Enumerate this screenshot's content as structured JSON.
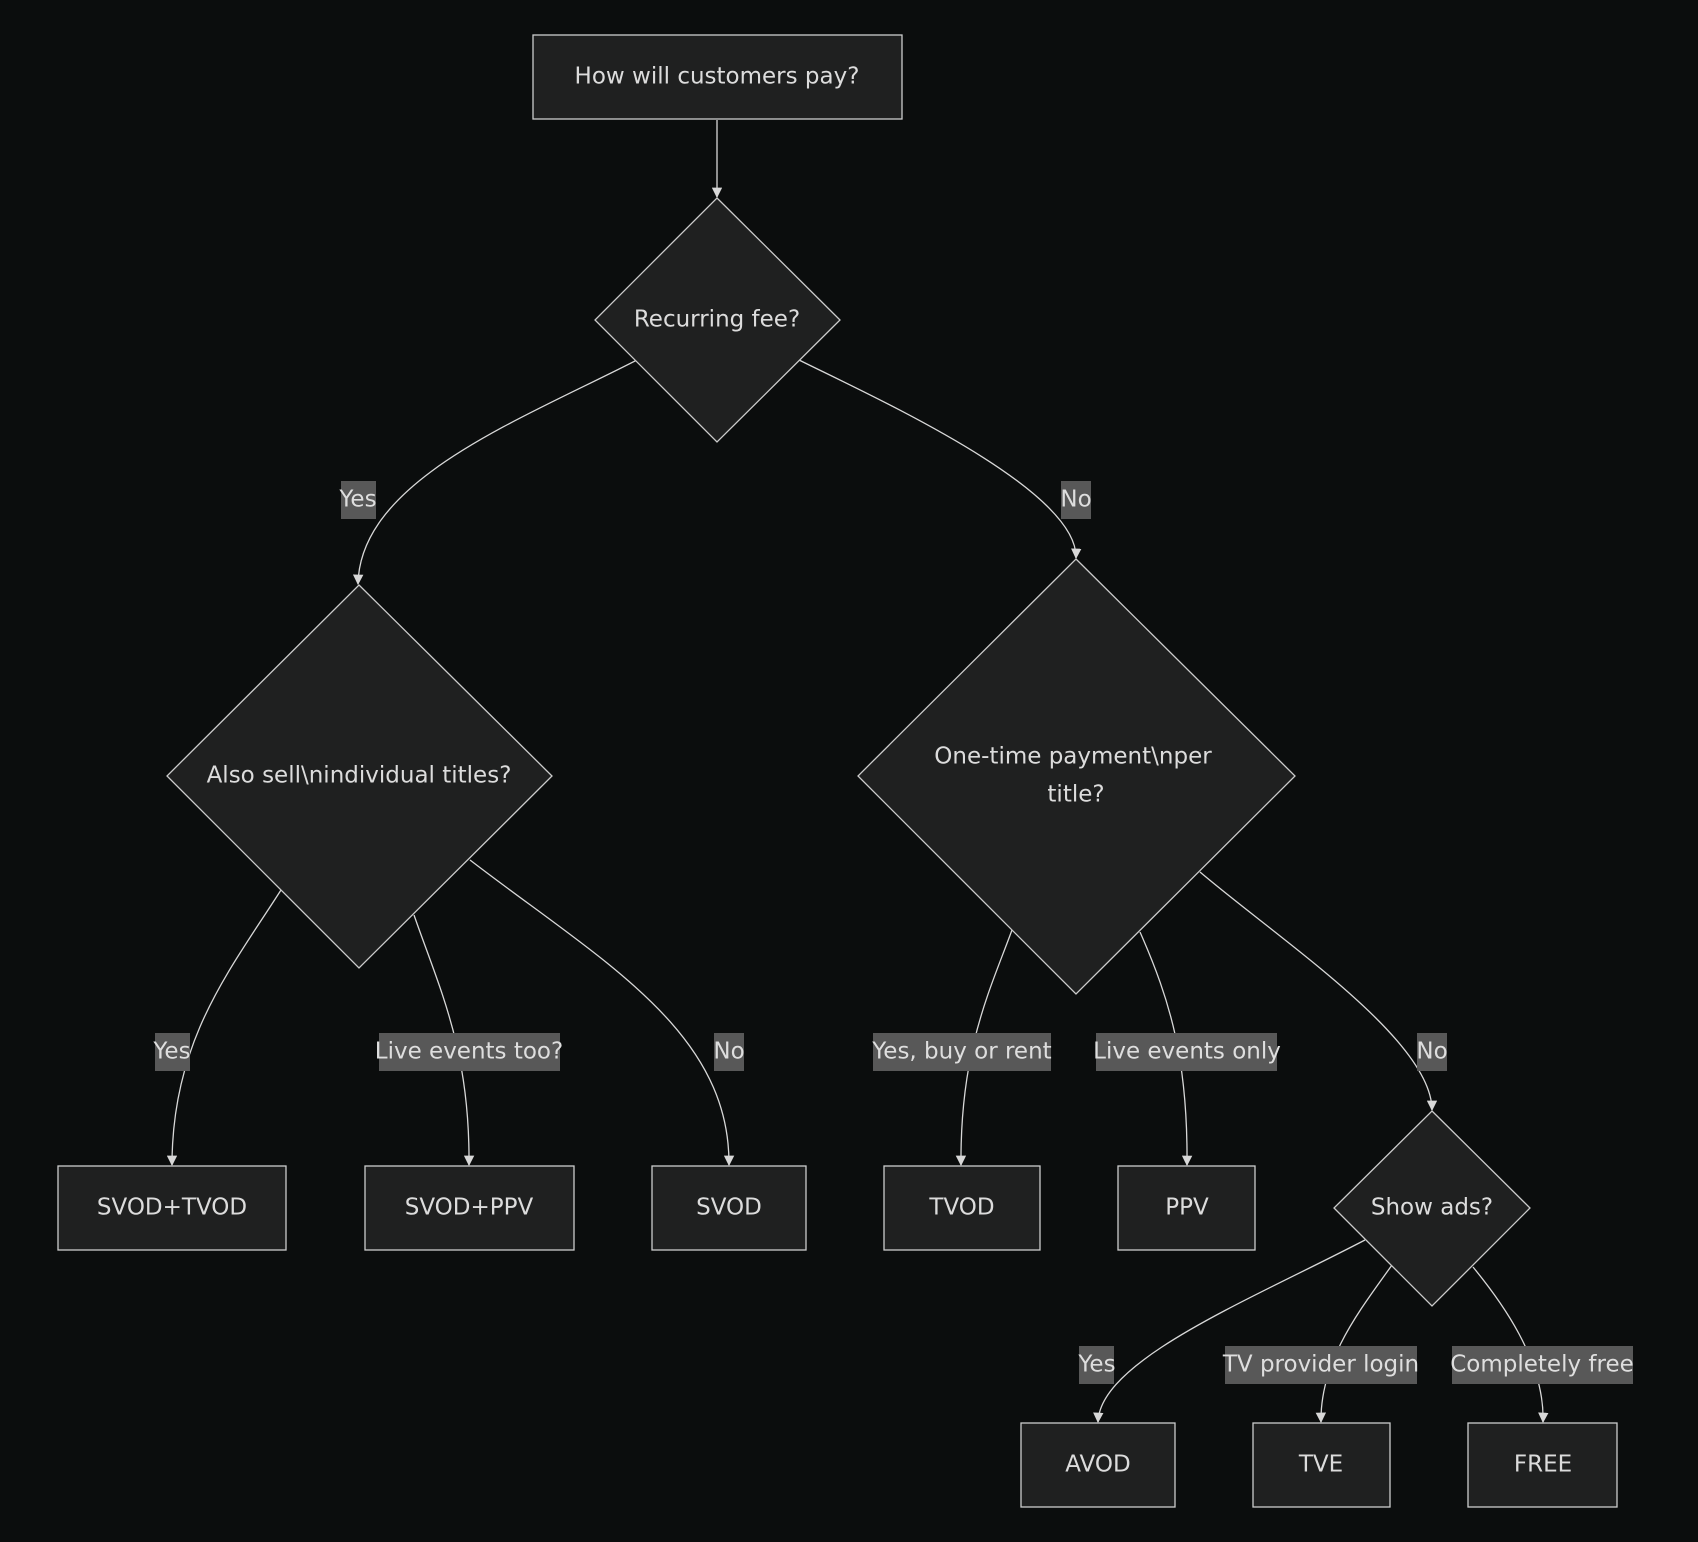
{
  "nodes": {
    "start": "How will customers pay?",
    "recurring": "Recurring fee?",
    "also_sell_l1": "Also sell\\nindividual titles?",
    "one_time_l1": "One-time payment\\nper",
    "one_time_l2": "title?",
    "svod_tvod": "SVOD+TVOD",
    "svod_ppv": "SVOD+PPV",
    "svod": "SVOD",
    "tvod": "TVOD",
    "ppv": "PPV",
    "show_ads": "Show ads?",
    "avod": "AVOD",
    "tve": "TVE",
    "free": "FREE"
  },
  "edge_labels": {
    "recurring_yes": "Yes",
    "recurring_no": "No",
    "also_yes": "Yes",
    "also_live": "Live events too?",
    "also_no": "No",
    "onetime_yes": "Yes, buy or rent",
    "onetime_live": "Live events only",
    "onetime_no": "No",
    "ads_yes": "Yes",
    "ads_tv": "TV provider login",
    "ads_free": "Completely free"
  },
  "colors": {
    "background": "#0b0d0d",
    "node_fill": "#1f2020",
    "node_stroke": "#cccccc",
    "edge_label_bg": "#585858",
    "text": "#dcdcdc"
  }
}
